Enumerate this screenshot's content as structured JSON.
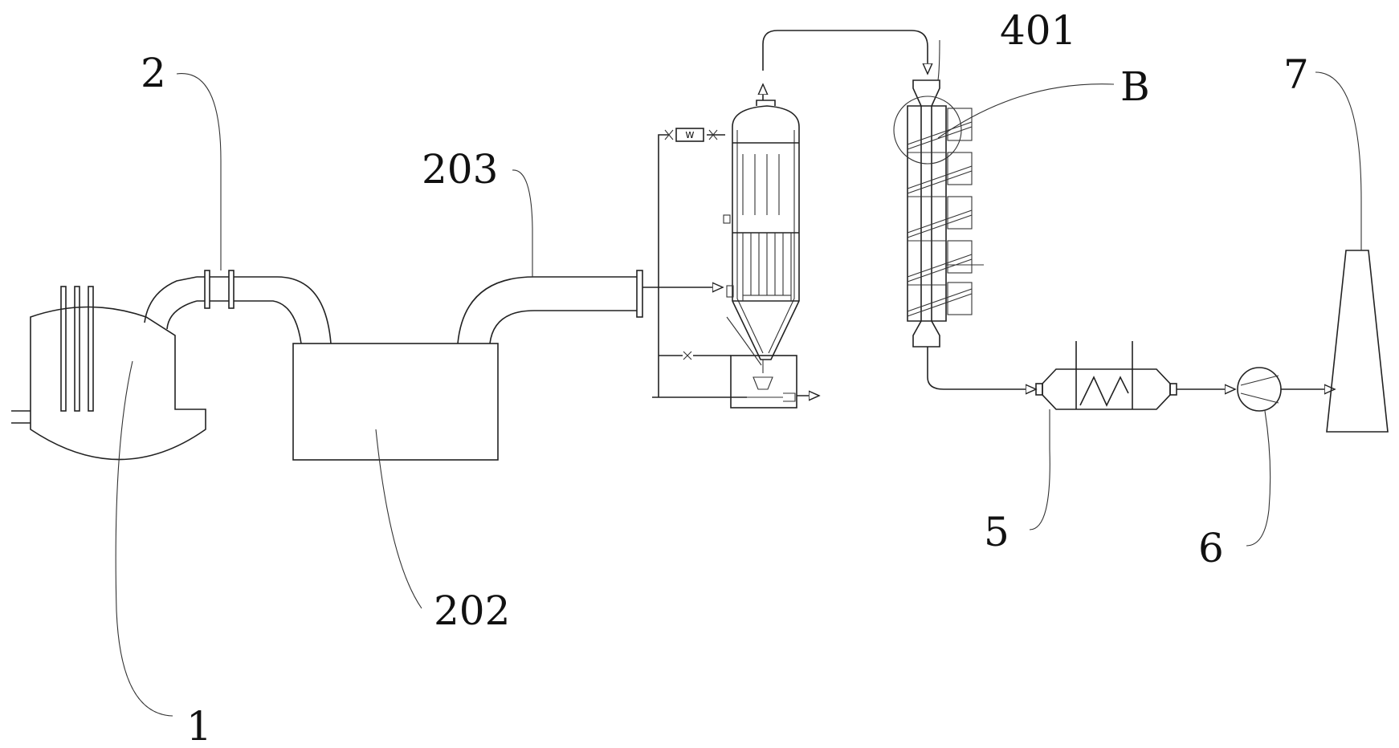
{
  "labels": {
    "furnace": "1",
    "flue_duct": "2",
    "settling_chamber": "202",
    "outlet_duct": "203",
    "tower": "401",
    "detail": "B",
    "heat_exchanger": "5",
    "fan": "6",
    "chimney": "7"
  },
  "filter_tag": "W"
}
